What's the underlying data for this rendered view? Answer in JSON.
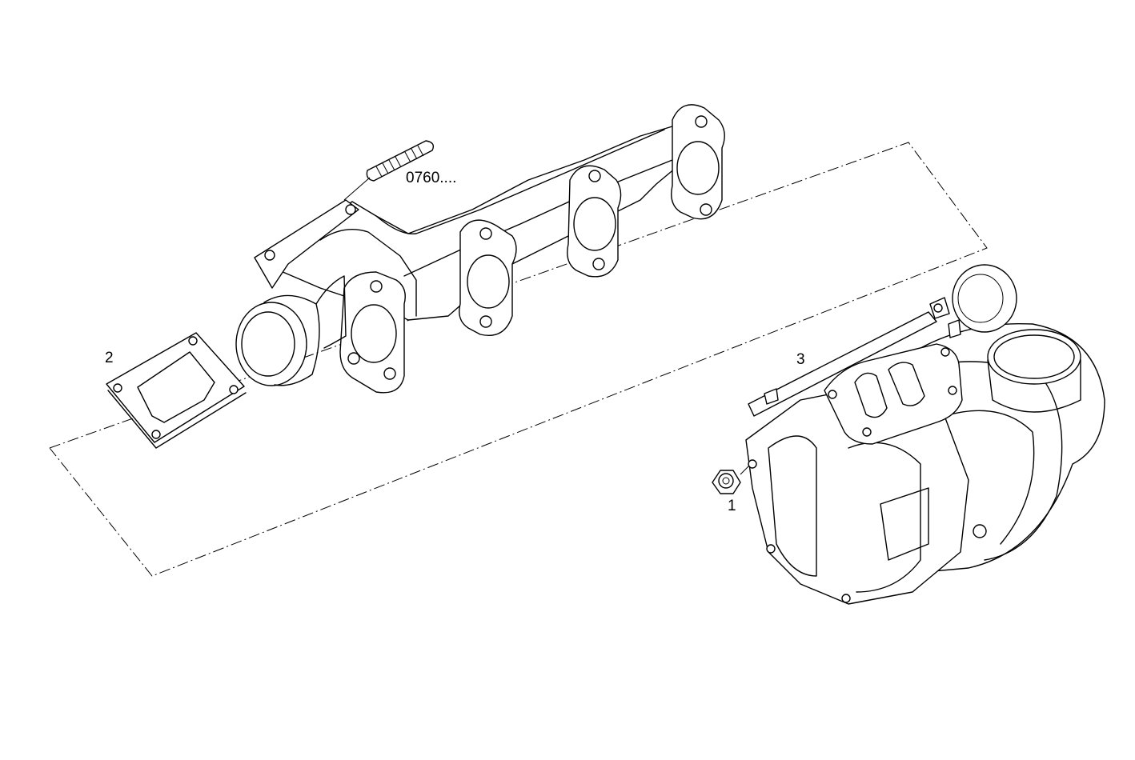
{
  "diagram": {
    "callouts": {
      "ref_code": "0760....",
      "item_1": "1",
      "item_2": "2",
      "item_3": "3"
    },
    "parts": [
      "exhaust-manifold",
      "stud",
      "gasket",
      "turbocharger",
      "nut"
    ]
  }
}
